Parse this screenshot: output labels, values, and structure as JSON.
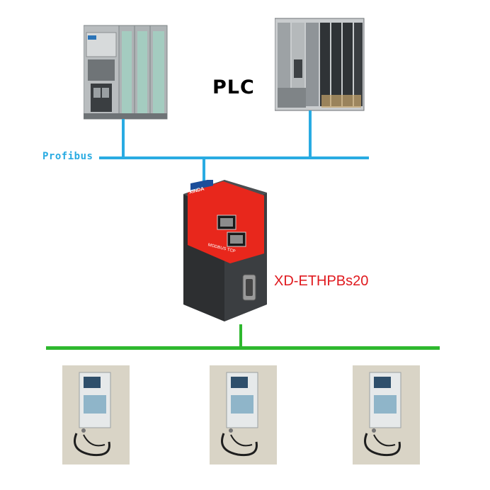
{
  "labels": {
    "plc": "PLC",
    "bus_top": "Profibus",
    "gateway": "XD-ETHPBs20",
    "gateway_ports": "MODBUS TCP",
    "gateway_brand": "XINDA"
  },
  "colors": {
    "profibus_line": "#29abe2",
    "field_line": "#2eb82e",
    "gateway_label": "#e0191e",
    "gateway_panel": "#e8271c"
  },
  "devices": {
    "plc_left": "s7-300-plc-photo",
    "plc_right": "s7-400-plc-photo",
    "gateway": "profibus-modbus-tcp-gateway-photo",
    "field_devices": [
      "field-meter-photo",
      "field-meter-photo",
      "field-meter-photo"
    ]
  }
}
